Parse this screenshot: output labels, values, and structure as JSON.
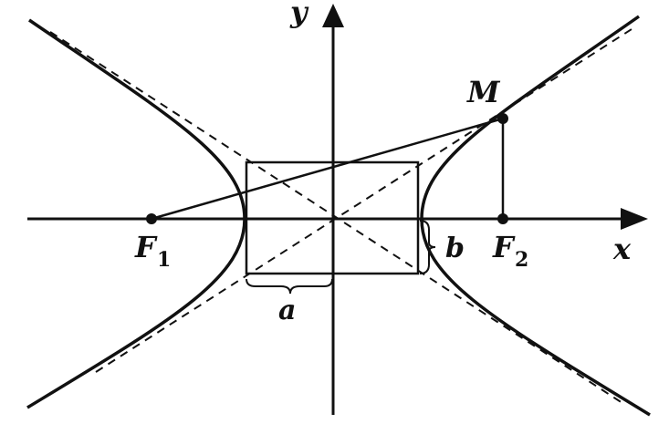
{
  "labels": {
    "y_axis": "y",
    "x_axis": "x",
    "point_m": "M",
    "focus_1": "F",
    "focus_1_sub": "1",
    "focus_2": "F",
    "focus_2_sub": "2",
    "semi_axis_a": "a",
    "semi_axis_b": "b"
  },
  "colors": {
    "ink": "#111111",
    "background": "#ffffff"
  }
}
